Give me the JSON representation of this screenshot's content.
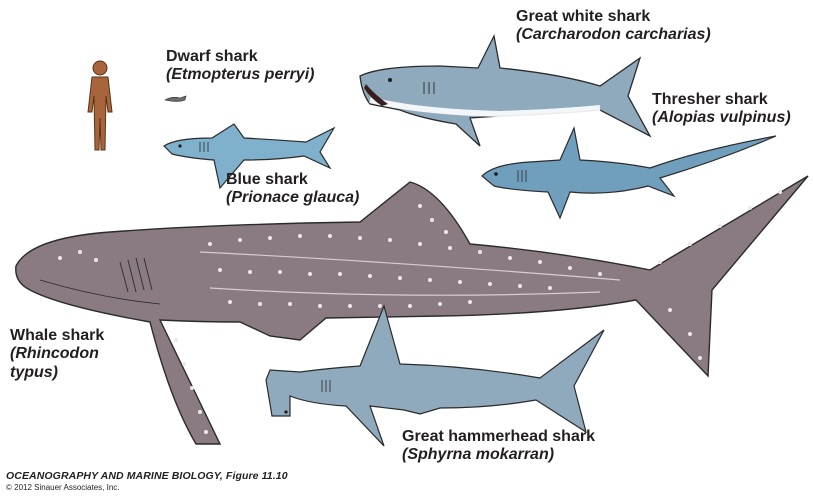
{
  "species": {
    "great_white": {
      "common": "Great white shark",
      "scientific": "(Carcharodon carcharias)"
    },
    "thresher": {
      "common": "Thresher shark",
      "scientific": "(Alopias vulpinus)"
    },
    "dwarf": {
      "common": "Dwarf shark",
      "scientific": "(Etmopterus perryi)"
    },
    "blue": {
      "common": "Blue shark",
      "scientific": "(Prionace glauca)"
    },
    "whale": {
      "common": "Whale shark",
      "scientific_line1": "(Rhincodon",
      "scientific_line2": "typus)"
    },
    "hammerhead": {
      "common": "Great hammerhead shark",
      "scientific": "(Sphyrna mokarran)"
    }
  },
  "caption": {
    "title": "OCEANOGRAPHY AND MARINE BIOLOGY, Figure 11.10",
    "copyright": "© 2012 Sinauer Associates, Inc."
  },
  "colors": {
    "blue_gray": "#8fa9bd",
    "blue_shark": "#7fb0cc",
    "thresher": "#6f9fbd",
    "whale": "#8a7b82",
    "human": "#a8643a",
    "outline": "#2b2b2b"
  }
}
